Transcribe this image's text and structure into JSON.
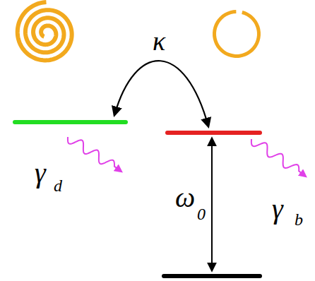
{
  "diagram": {
    "labels": [
      "κ",
      "γ",
      "d",
      "ω",
      "0",
      "γ",
      "b"
    ]
  }
}
